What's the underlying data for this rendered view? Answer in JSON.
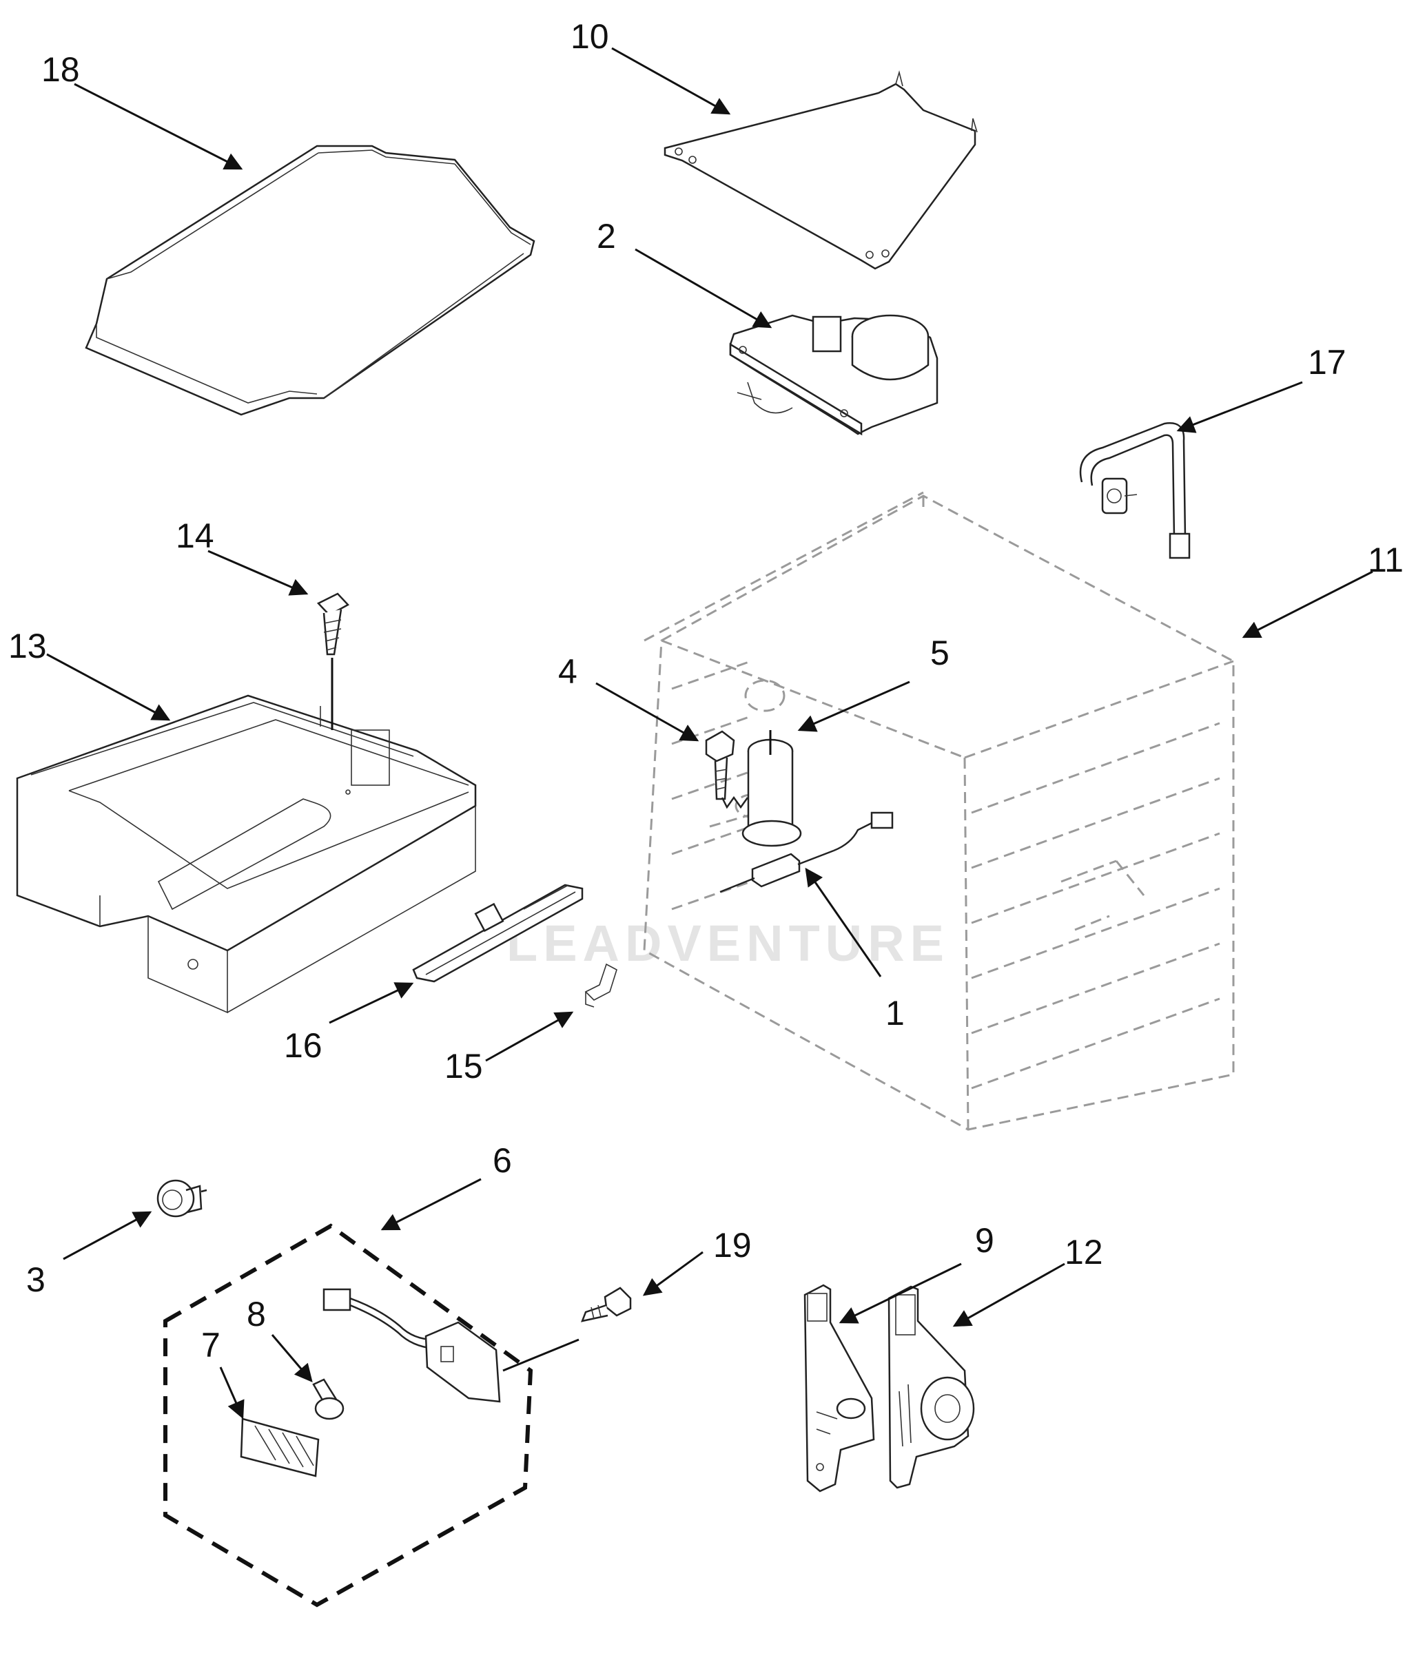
{
  "watermark": "LEADVENTURE",
  "callouts": {
    "c1": "1",
    "c2": "2",
    "c3": "3",
    "c4": "4",
    "c5": "5",
    "c6": "6",
    "c7": "7",
    "c8": "8",
    "c9": "9",
    "c10": "10",
    "c11": "11",
    "c12": "12",
    "c13": "13",
    "c14": "14",
    "c15": "15",
    "c16": "16",
    "c17": "17",
    "c18": "18",
    "c19": "19"
  }
}
